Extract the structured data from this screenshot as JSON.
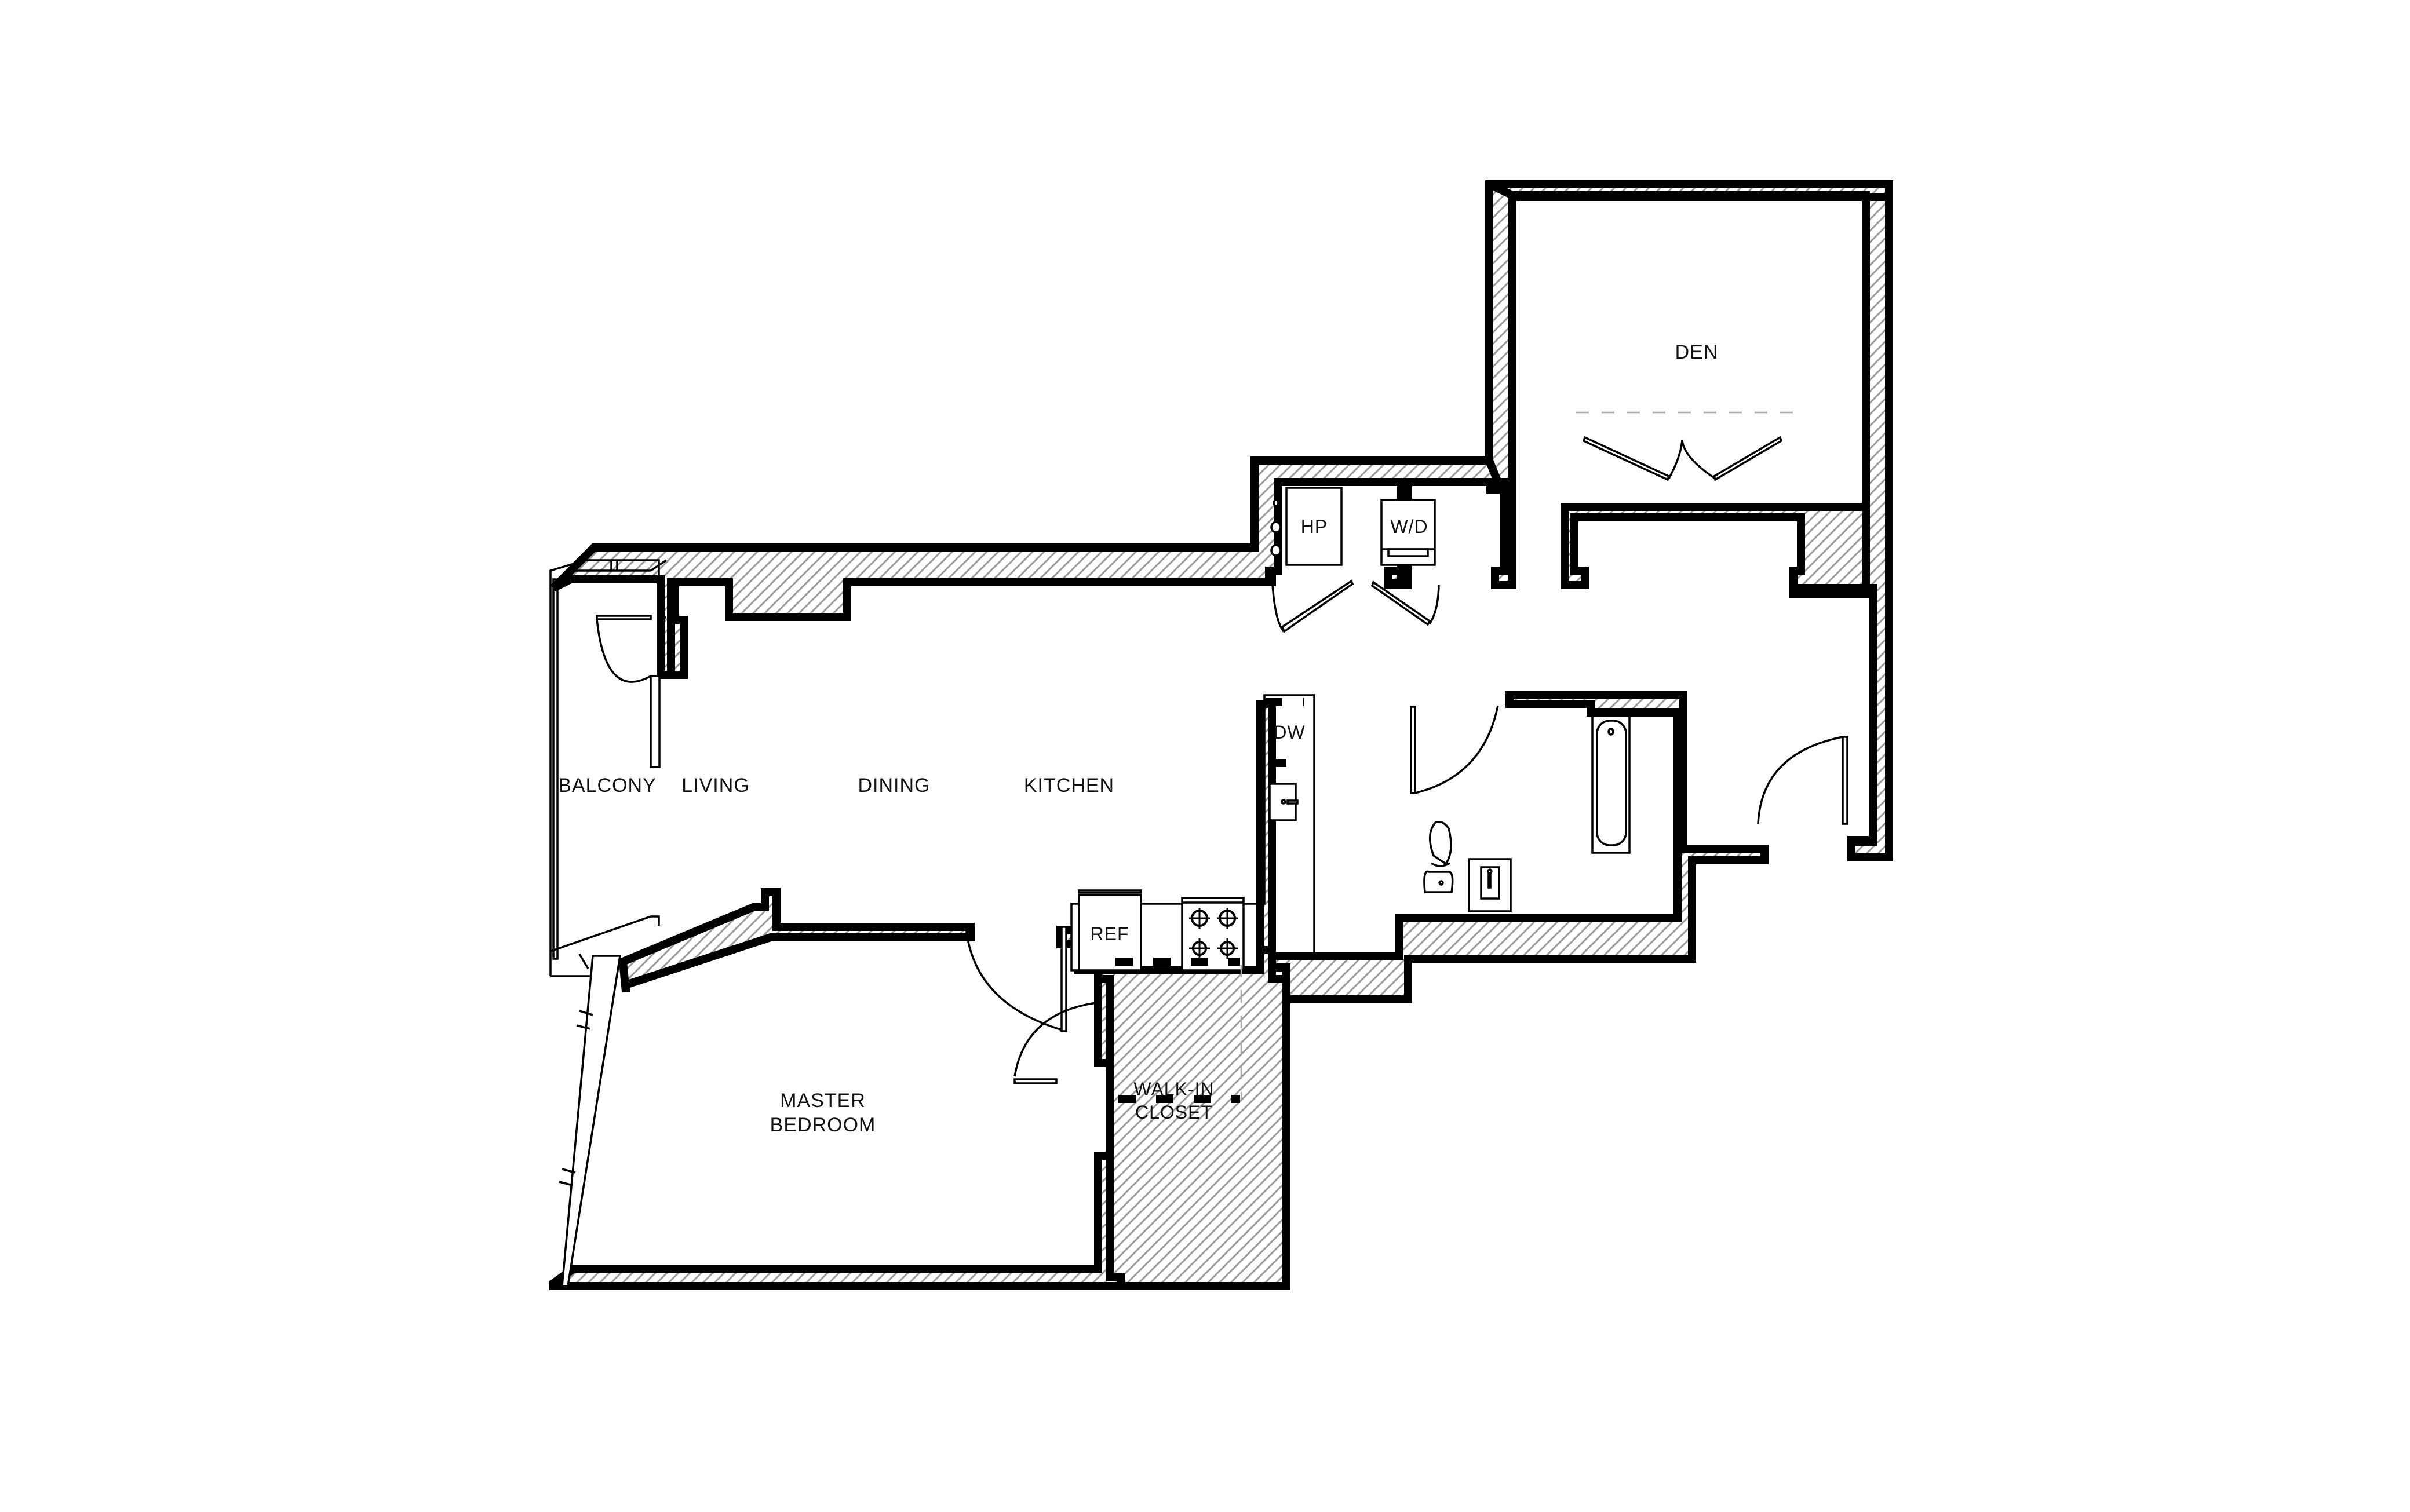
{
  "plan": {
    "type": "apartment-floor-plan",
    "rooms": {
      "balcony": "BALCONY",
      "living": "LIVING",
      "dining": "DINING",
      "kitchen": "KITCHEN",
      "den": "DEN",
      "master_bedroom_line1": "MASTER",
      "master_bedroom_line2": "BEDROOM",
      "walk_in_closet_line1": "WALK-IN",
      "walk_in_closet_line2": "CLOSET"
    },
    "fixtures": {
      "heat_pump": "HP",
      "washer_dryer": "W/D",
      "dishwasher": "DW",
      "refrigerator": "REF"
    },
    "colors": {
      "wall_outline": "#000000",
      "wall_hatch": "#9a9a9a",
      "background": "#ffffff"
    }
  }
}
